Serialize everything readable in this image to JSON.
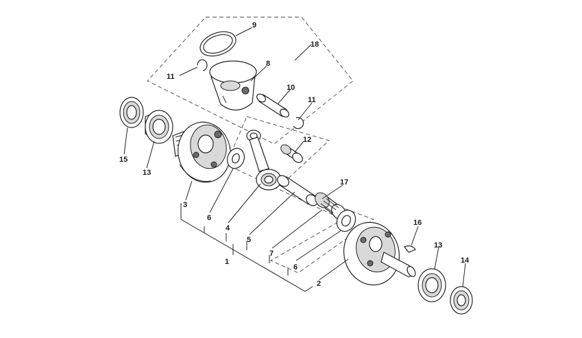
{
  "diagram": {
    "callouts": {
      "c1": "1",
      "c2": "2",
      "c3": "3",
      "c4": "4",
      "c5": "5",
      "c6a": "6",
      "c6b": "6",
      "c7": "7",
      "c8": "8",
      "c9": "9",
      "c10": "10",
      "c11a": "11",
      "c11b": "11",
      "c12": "12",
      "c13a": "13",
      "c13b": "13",
      "c14": "14",
      "c15": "15",
      "c16": "16",
      "c17": "17",
      "c18": "18"
    }
  }
}
